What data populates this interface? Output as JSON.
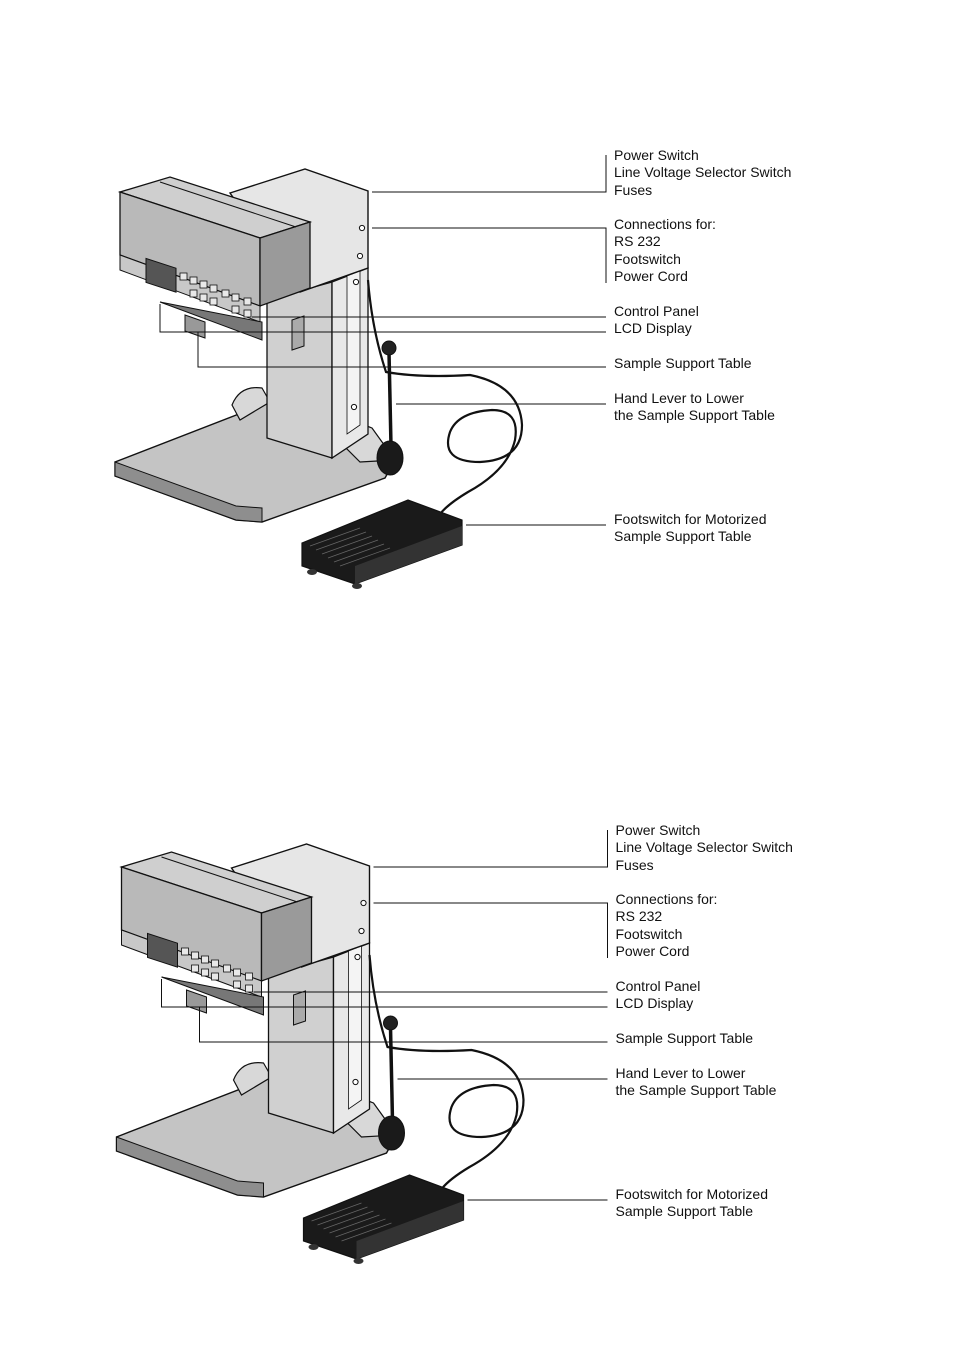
{
  "figures": [
    {
      "labels": {
        "power_group": [
          "Power Switch",
          "Line Voltage Selector Switch",
          "Fuses"
        ],
        "connections_group": [
          "Connections for:",
          "RS 232",
          "Footswitch",
          "Power Cord"
        ],
        "control_panel": "Control Panel",
        "lcd_display": "LCD Display",
        "sample_support_table": "Sample Support Table",
        "hand_lever": [
          "Hand Lever to Lower",
          "the Sample Support Table"
        ],
        "footswitch": [
          "Footswitch for Motorized",
          "Sample Support Table"
        ]
      }
    },
    {
      "labels": {
        "power_group": [
          "Power Switch",
          "Line Voltage Selector Switch",
          "Fuses"
        ],
        "connections_group": [
          "Connections for:",
          "RS 232",
          "Footswitch",
          "Power Cord"
        ],
        "control_panel": "Control Panel",
        "lcd_display": "LCD Display",
        "sample_support_table": "Sample Support Table",
        "hand_lever": [
          "Hand Lever to Lower",
          "the Sample Support Table"
        ],
        "footswitch": [
          "Footswitch for Motorized",
          "Sample Support Table"
        ]
      }
    }
  ],
  "colors": {
    "ink": "#111111",
    "housing": "#b9b9b9",
    "housing_light": "#d6d6d6",
    "column": "#cfcfcf",
    "column_light": "#e6e6e6",
    "base": "#c4c4c4",
    "footswitch": "#1a1a1a"
  }
}
